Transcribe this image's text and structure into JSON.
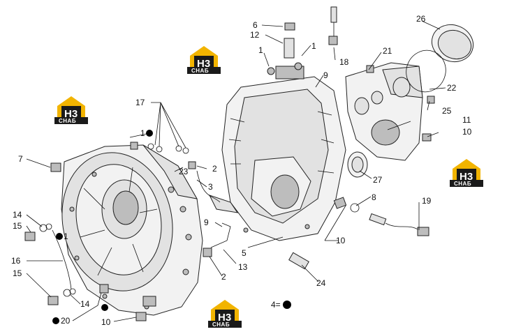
{
  "callouts": {
    "c1": "1",
    "c2": "2",
    "c3": "3",
    "c4": "4=",
    "c5": "5",
    "c6": "6",
    "c7": "7",
    "c8": "8",
    "c9": "9",
    "c10": "10",
    "c11": "11",
    "c12": "12",
    "c13": "13",
    "c14": "14",
    "c15": "15",
    "c16": "16",
    "c17": "17",
    "c18": "18",
    "c19": "19",
    "c20": "20",
    "c21": "21",
    "c22": "22",
    "c23": "23",
    "c24": "24",
    "c25": "25",
    "c26": "26",
    "c27": "27"
  },
  "logo": {
    "mark": "H3",
    "sub": "СНАБ"
  }
}
